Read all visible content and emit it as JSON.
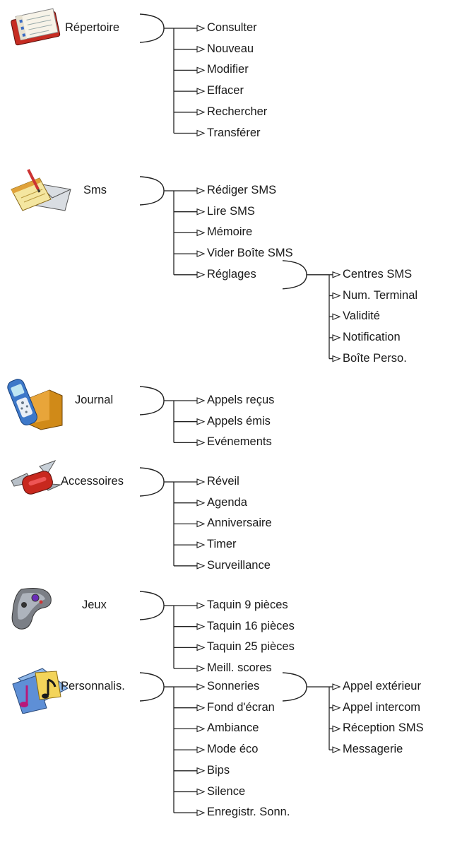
{
  "menus": [
    {
      "label": "Répertoire",
      "icon": "address-book-icon",
      "items": [
        {
          "label": "Consulter"
        },
        {
          "label": "Nouveau"
        },
        {
          "label": "Modifier"
        },
        {
          "label": "Effacer"
        },
        {
          "label": "Rechercher"
        },
        {
          "label": "Transférer"
        }
      ]
    },
    {
      "label": "Sms",
      "icon": "notepad-envelope-icon",
      "items": [
        {
          "label": "Rédiger SMS"
        },
        {
          "label": "Lire SMS"
        },
        {
          "label": "Mémoire"
        },
        {
          "label": "Vider Boîte SMS"
        },
        {
          "label": "Réglages",
          "children": [
            {
              "label": "Centres SMS"
            },
            {
              "label": "Num. Terminal"
            },
            {
              "label": "Validité"
            },
            {
              "label": "Notification"
            },
            {
              "label": "Boîte Perso."
            }
          ]
        }
      ]
    },
    {
      "label": "Journal",
      "icon": "phone-folder-icon",
      "items": [
        {
          "label": "Appels reçus"
        },
        {
          "label": "Appels émis"
        },
        {
          "label": "Evénements"
        }
      ]
    },
    {
      "label": "Accessoires",
      "icon": "pocket-knife-icon",
      "items": [
        {
          "label": "Réveil"
        },
        {
          "label": "Agenda"
        },
        {
          "label": "Anniversaire"
        },
        {
          "label": "Timer"
        },
        {
          "label": "Surveillance"
        }
      ]
    },
    {
      "label": "Jeux",
      "icon": "gamepad-icon",
      "items": [
        {
          "label": "Taquin 9 pièces"
        },
        {
          "label": "Taquin 16 pièces"
        },
        {
          "label": "Taquin 25 pièces"
        },
        {
          "label": "Meill. scores"
        }
      ]
    },
    {
      "label": "Personnalis.",
      "icon": "music-notes-icon",
      "items": [
        {
          "label": "Sonneries",
          "children": [
            {
              "label": "Appel extérieur"
            },
            {
              "label": "Appel intercom"
            },
            {
              "label": "Réception SMS"
            },
            {
              "label": "Messagerie"
            }
          ]
        },
        {
          "label": "Fond d'écran"
        },
        {
          "label": "Ambiance"
        },
        {
          "label": "Mode éco"
        },
        {
          "label": "Bips"
        },
        {
          "label": "Silence"
        },
        {
          "label": "Enregistr. Sonn."
        }
      ]
    }
  ]
}
